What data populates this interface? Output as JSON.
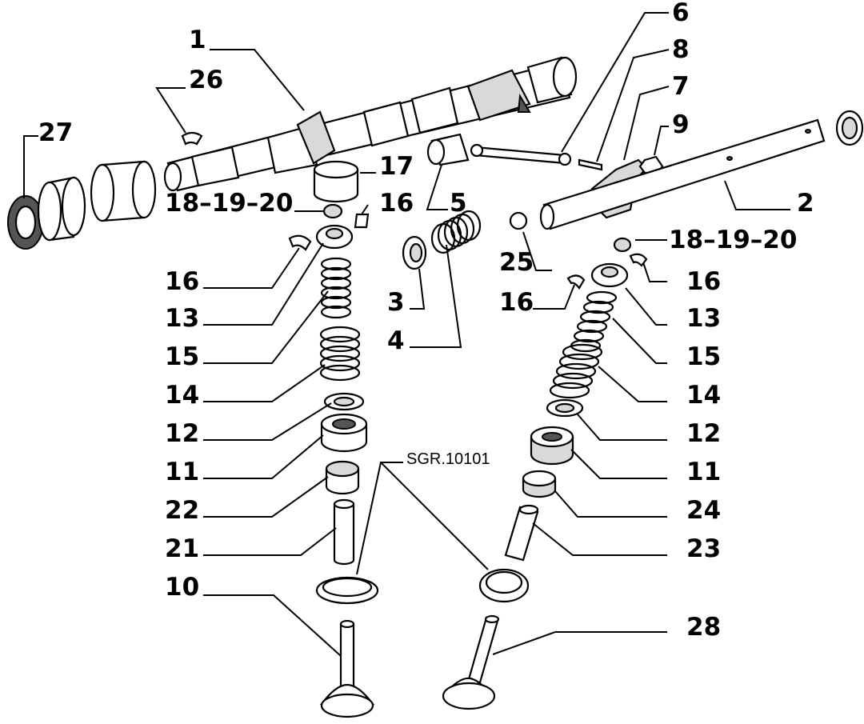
{
  "diagram": {
    "drawing_code": "SGR.10101",
    "labels": [
      {
        "id": "p1",
        "text": "1"
      },
      {
        "id": "p26",
        "text": "26"
      },
      {
        "id": "p27",
        "text": "27"
      },
      {
        "id": "p17",
        "text": "17"
      },
      {
        "id": "p18L",
        "text": "18–19–20"
      },
      {
        "id": "p16La",
        "text": "16"
      },
      {
        "id": "p16Lb",
        "text": "16"
      },
      {
        "id": "p13L",
        "text": "13"
      },
      {
        "id": "p15L",
        "text": "15"
      },
      {
        "id": "p14L",
        "text": "14"
      },
      {
        "id": "p12L",
        "text": "12"
      },
      {
        "id": "p11L",
        "text": "11"
      },
      {
        "id": "p22",
        "text": "22"
      },
      {
        "id": "p21",
        "text": "21"
      },
      {
        "id": "p10",
        "text": "10"
      },
      {
        "id": "p6",
        "text": "6"
      },
      {
        "id": "p8",
        "text": "8"
      },
      {
        "id": "p7",
        "text": "7"
      },
      {
        "id": "p9",
        "text": "9"
      },
      {
        "id": "p5",
        "text": "5"
      },
      {
        "id": "p2",
        "text": "2"
      },
      {
        "id": "p18R",
        "text": "18–19–20"
      },
      {
        "id": "p25",
        "text": "25"
      },
      {
        "id": "p3",
        "text": "3"
      },
      {
        "id": "p4",
        "text": "4"
      },
      {
        "id": "p16Ra",
        "text": "16"
      },
      {
        "id": "p16Rb",
        "text": "16"
      },
      {
        "id": "p13R",
        "text": "13"
      },
      {
        "id": "p15R",
        "text": "15"
      },
      {
        "id": "p14R",
        "text": "14"
      },
      {
        "id": "p12R",
        "text": "12"
      },
      {
        "id": "p11R",
        "text": "11"
      },
      {
        "id": "p24",
        "text": "24"
      },
      {
        "id": "p23",
        "text": "23"
      },
      {
        "id": "p28",
        "text": "28"
      }
    ]
  }
}
